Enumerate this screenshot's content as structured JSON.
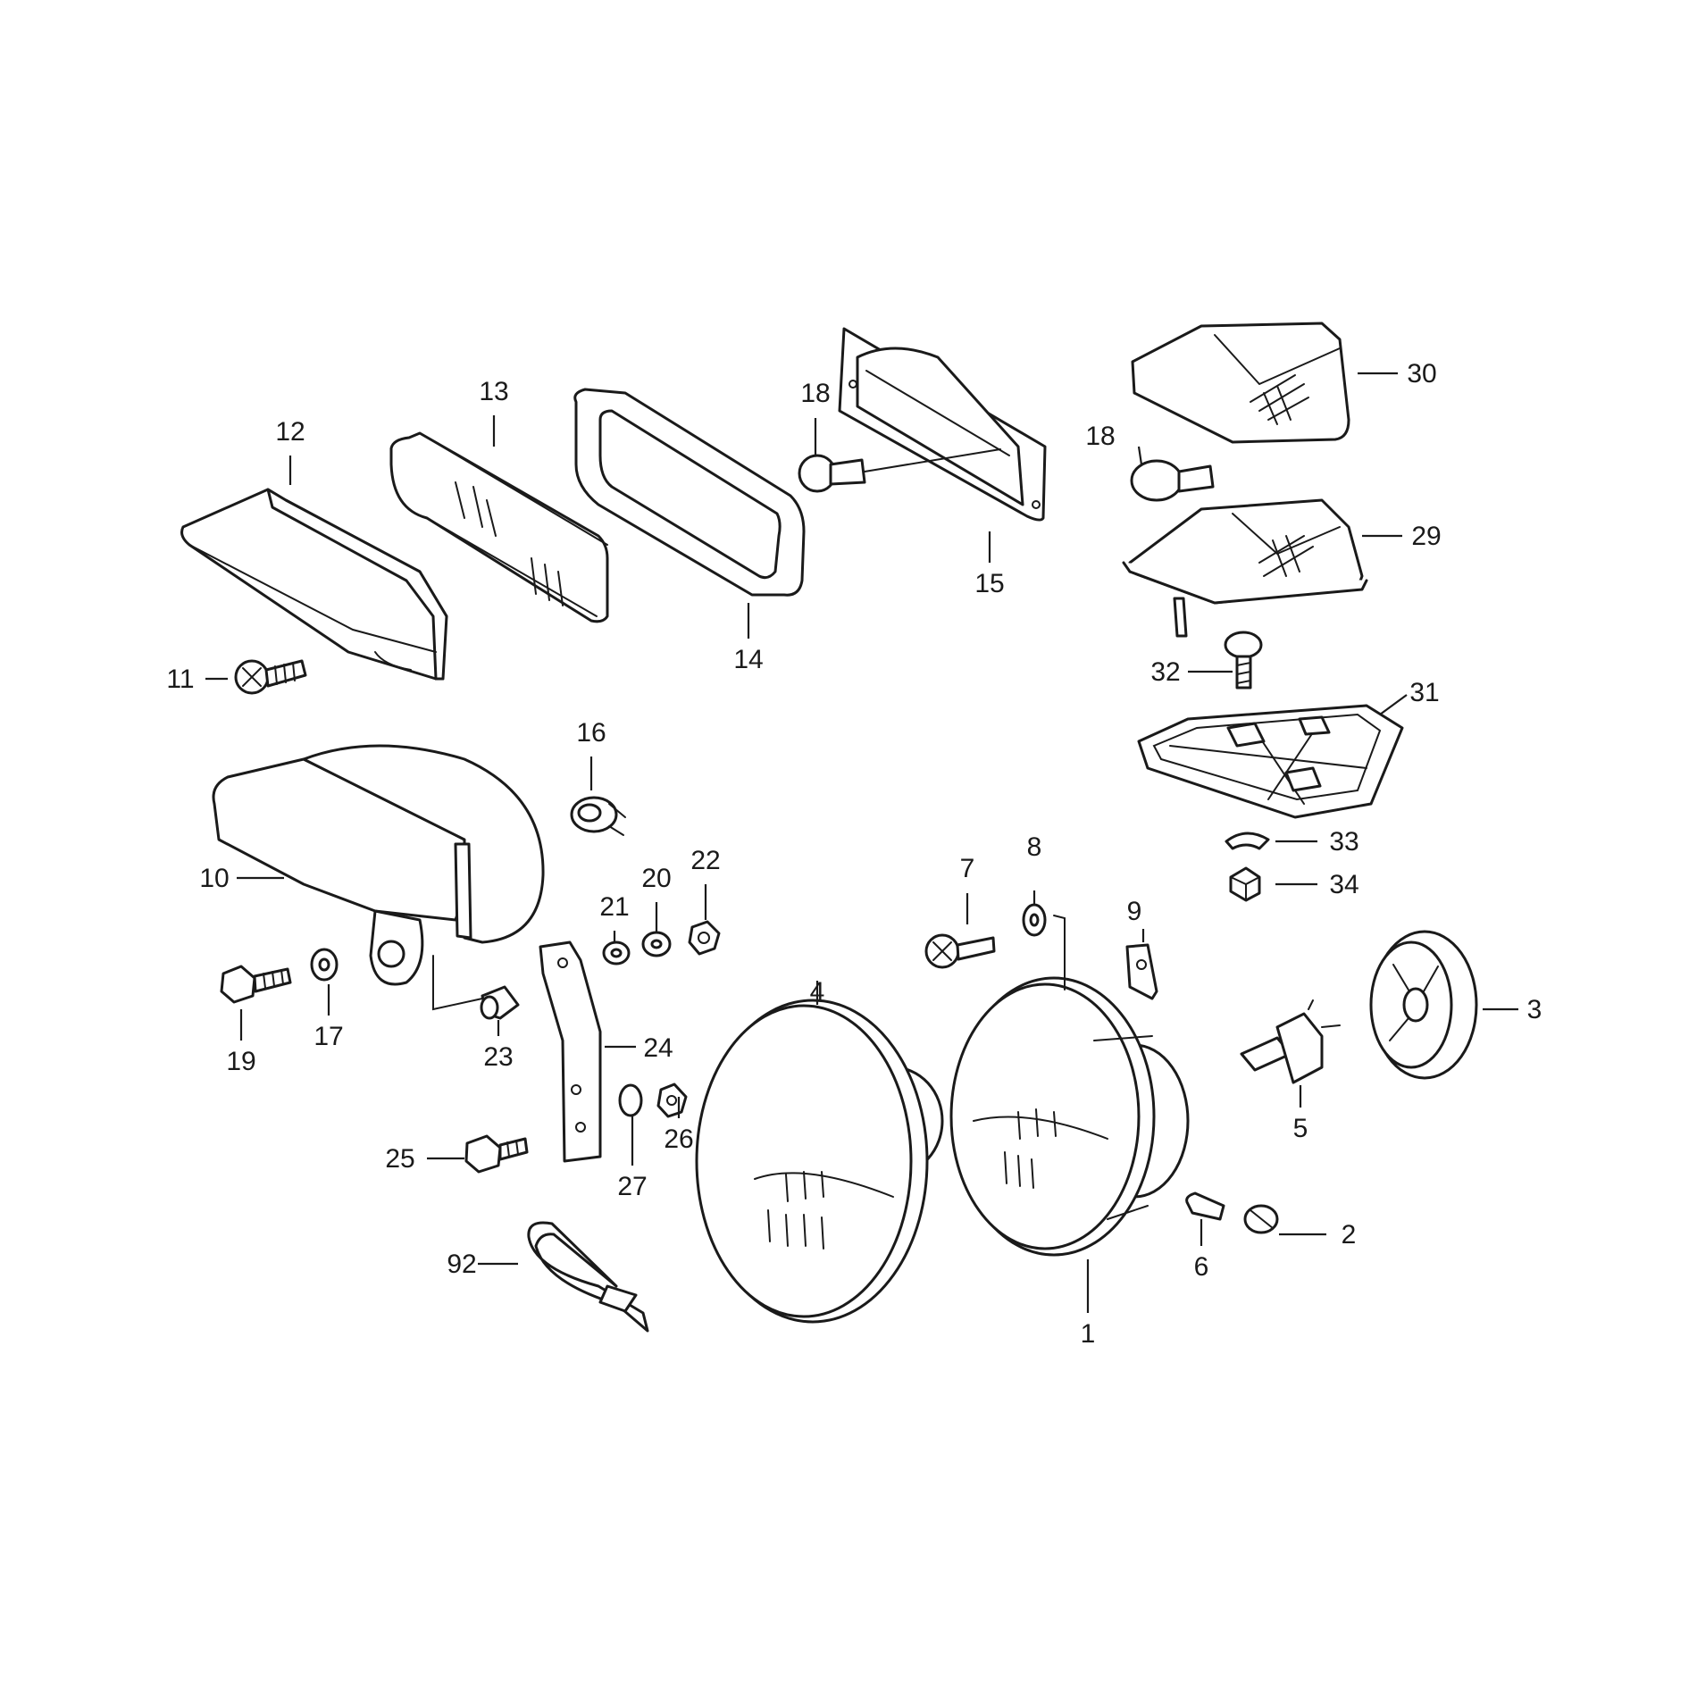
{
  "diagram": {
    "callouts": [
      {
        "id": "c1",
        "text": "1"
      },
      {
        "id": "c2",
        "text": "2"
      },
      {
        "id": "c3",
        "text": "3"
      },
      {
        "id": "c4",
        "text": "4"
      },
      {
        "id": "c5",
        "text": "5"
      },
      {
        "id": "c6",
        "text": "6"
      },
      {
        "id": "c7",
        "text": "7"
      },
      {
        "id": "c8",
        "text": "8"
      },
      {
        "id": "c9",
        "text": "9"
      },
      {
        "id": "c10",
        "text": "10"
      },
      {
        "id": "c11",
        "text": "11"
      },
      {
        "id": "c12",
        "text": "12"
      },
      {
        "id": "c13",
        "text": "13"
      },
      {
        "id": "c14",
        "text": "14"
      },
      {
        "id": "c15",
        "text": "15"
      },
      {
        "id": "c16",
        "text": "16"
      },
      {
        "id": "c17",
        "text": "17"
      },
      {
        "id": "c18a",
        "text": "18"
      },
      {
        "id": "c18b",
        "text": "18"
      },
      {
        "id": "c19",
        "text": "19"
      },
      {
        "id": "c20",
        "text": "20"
      },
      {
        "id": "c21",
        "text": "21"
      },
      {
        "id": "c22",
        "text": "22"
      },
      {
        "id": "c23",
        "text": "23"
      },
      {
        "id": "c24",
        "text": "24"
      },
      {
        "id": "c25",
        "text": "25"
      },
      {
        "id": "c26",
        "text": "26"
      },
      {
        "id": "c27",
        "text": "27"
      },
      {
        "id": "c29",
        "text": "29"
      },
      {
        "id": "c30",
        "text": "30"
      },
      {
        "id": "c31",
        "text": "31"
      },
      {
        "id": "c32",
        "text": "32"
      },
      {
        "id": "c33",
        "text": "33"
      },
      {
        "id": "c34",
        "text": "34"
      },
      {
        "id": "c92",
        "text": "92"
      }
    ]
  }
}
